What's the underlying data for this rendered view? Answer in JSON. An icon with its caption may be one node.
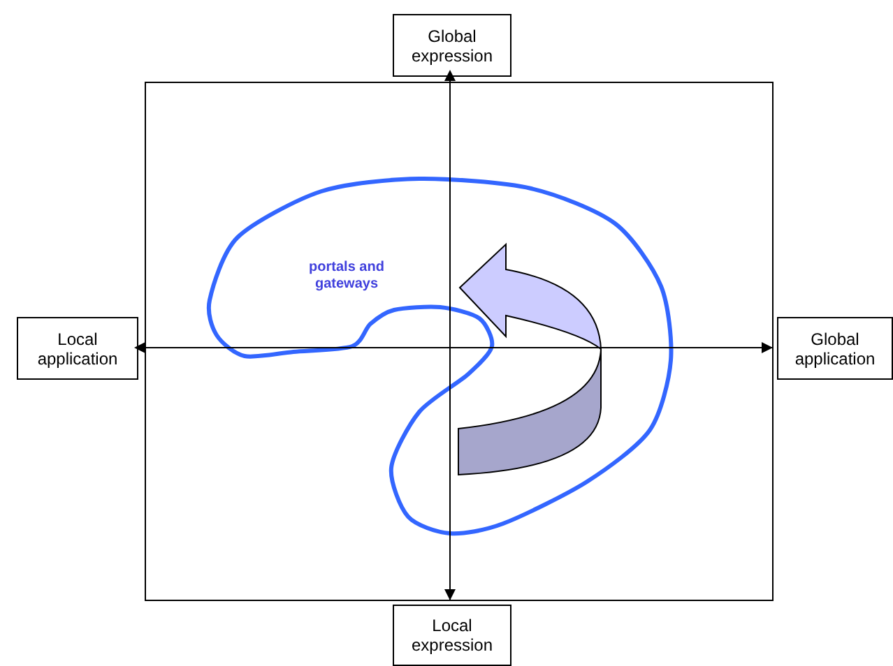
{
  "diagram": {
    "nodes": [
      {
        "text": [
          "Global expression"
        ]
      },
      {
        "text": [
          "Local application"
        ]
      },
      {
        "text": [
          "Global application"
        ]
      },
      {
        "text": [
          "Local expression"
        ]
      }
    ],
    "edges": [
      {
        "from": 0,
        "to": 3,
        "arrow": "both"
      },
      {
        "from": 1,
        "to": 2,
        "arrow": "both"
      }
    ],
    "labels": [
      "portals and gateways"
    ]
  }
}
